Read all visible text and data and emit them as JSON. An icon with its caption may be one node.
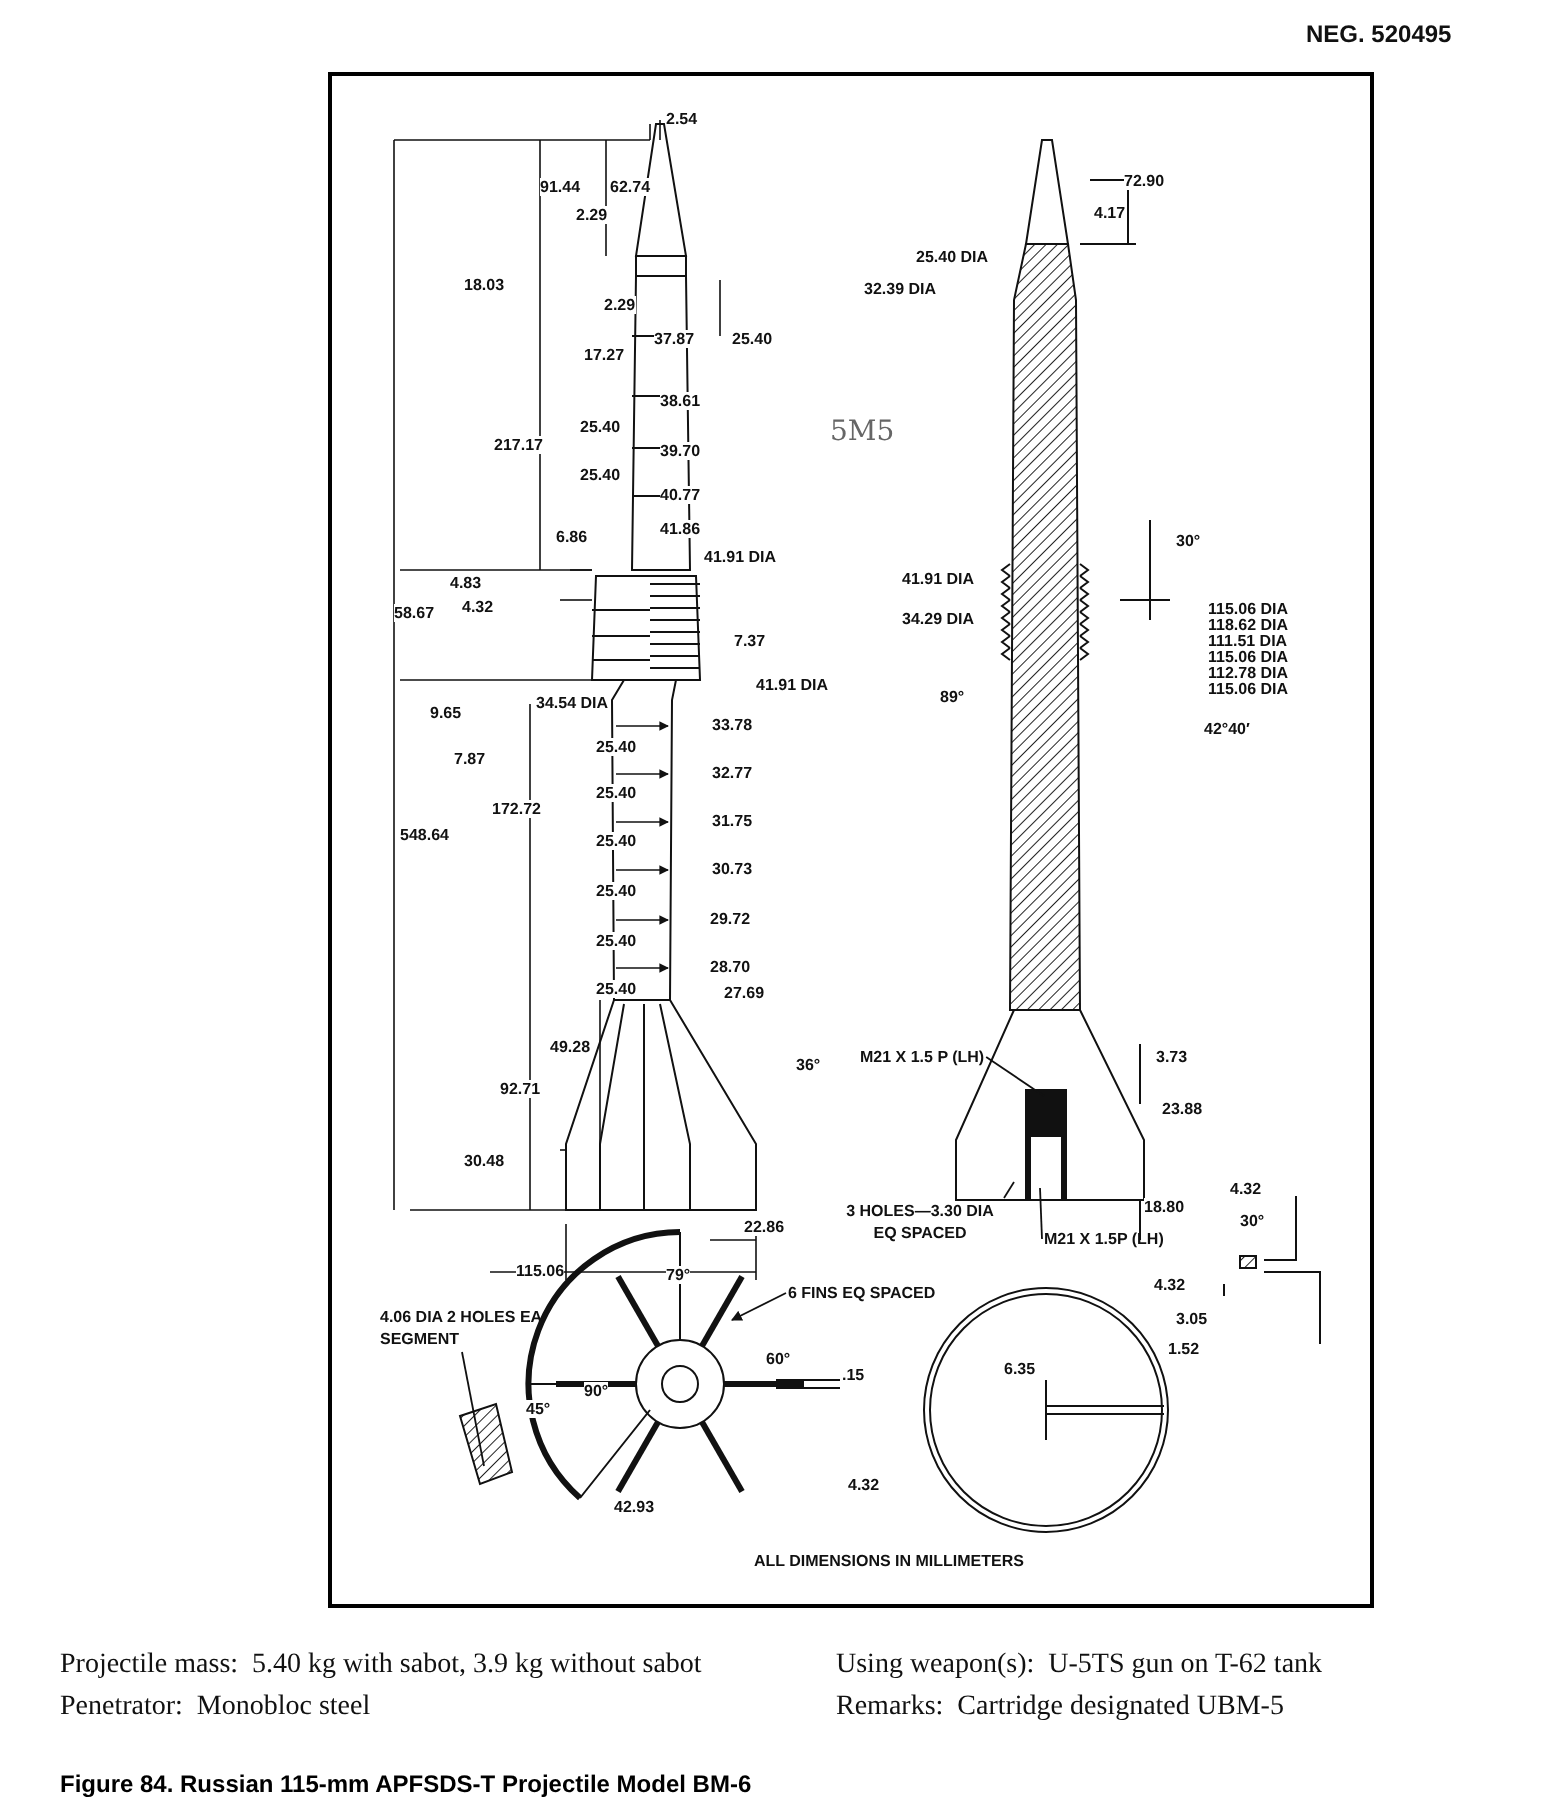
{
  "diagram": {
    "caption": "Figure 84.  Russian 115-mm APFSDS-T Projectile Model BM-6",
    "nodes": [
      {
        "text": [
          "M21 X 1.5 P (LH)"
        ]
      },
      {
        "text": [
          "3 HOLES—3.30 DIA EQ SPACED"
        ]
      },
      {
        "text": [
          "M21 X 1.5P (LH)"
        ]
      },
      {
        "text": [
          "4.06 DIA 2 HOLES EA SEGMENT"
        ]
      },
      {
        "text": [
          "6 FINS EQ SPACED"
        ]
      }
    ],
    "edges": [
      {
        "from": 0,
        "to": null,
        "arrow": "none"
      },
      {
        "from": 1,
        "to": null,
        "arrow": "none"
      },
      {
        "from": 2,
        "to": null,
        "arrow": "none"
      },
      {
        "from": 3,
        "to": null,
        "arrow": "none"
      },
      {
        "from": 4,
        "to": null,
        "arrow": "to"
      }
    ],
    "labels": [
      "NEG. 520495",
      "2.54",
      "91.44",
      "62.74",
      "2.29",
      "18.03",
      "2.29",
      "17.27",
      "37.87",
      "25.40",
      "38.61",
      "25.40",
      "217.17",
      "39.70",
      "25.40",
      "40.77",
      "6.86",
      "41.86",
      "41.91 DIA",
      "4.83",
      "58.67",
      "4.32",
      "7.37",
      "41.91 DIA",
      "9.65",
      "34.54 DIA",
      "33.78",
      "7.87",
      "25.40",
      "32.77",
      "172.72",
      "25.40",
      "31.75",
      "548.64",
      "25.40",
      "30.73",
      "25.40",
      "29.72",
      "25.40",
      "28.70",
      "25.40",
      "27.69",
      "49.28",
      "36°",
      "92.71",
      "30.48",
      "22.86",
      "115.06",
      "72.90",
      "4.17",
      "25.40 DIA",
      "32.39 DIA",
      "5M5",
      "30°",
      "41.91 DIA",
      "34.29 DIA",
      "115.06 DIA",
      "118.62 DIA",
      "111.51 DIA",
      "115.06 DIA",
      "112.78 DIA",
      "115.06 DIA",
      "89°",
      "42°40′",
      "3.73",
      "23.88",
      "18.80",
      "4.32",
      "30°",
      "4.32",
      "3.05",
      "1.52",
      "79°",
      "60°",
      "90°",
      "45°",
      ".15",
      "42.93",
      "6.35",
      "4.32",
      "ALL DIMENSIONS IN MILLIMETERS",
      "Projectile mass:  5.40 kg with sabot, 3.9 kg without sabot",
      "Using weapon(s):  U-5TS gun on T-62 tank",
      "Penetrator:  Monobloc steel",
      "Remarks:  Cartridge designated UBM-5"
    ]
  }
}
